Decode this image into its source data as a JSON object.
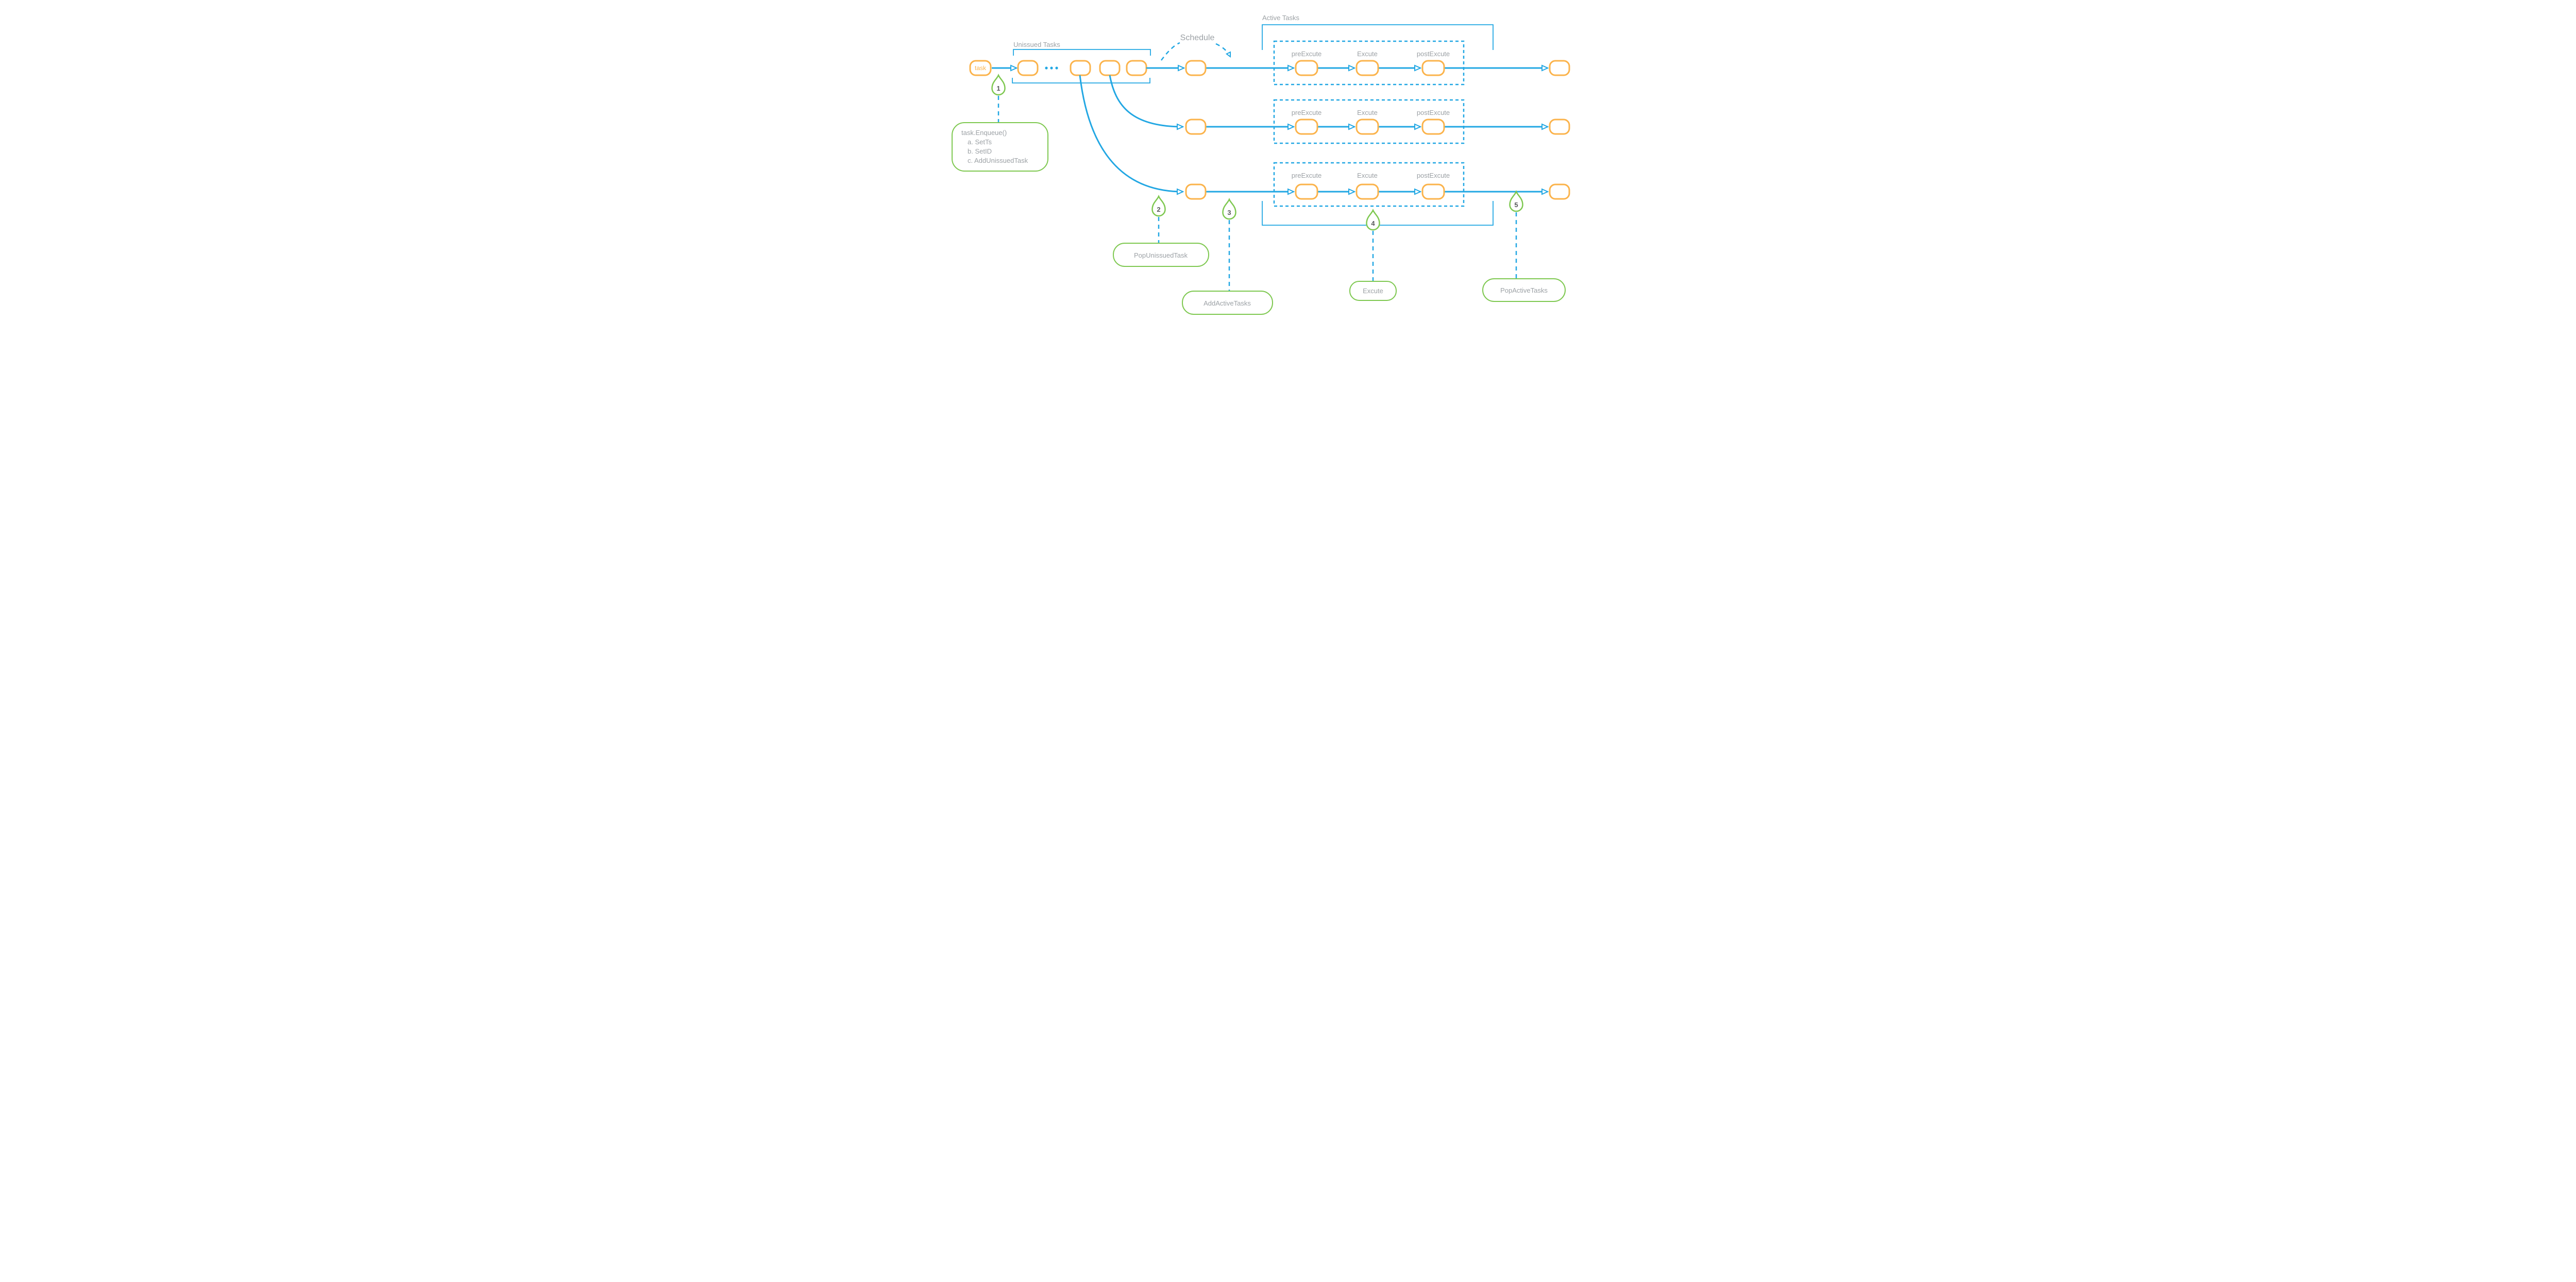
{
  "colors": {
    "accent_blue": "#22A7E3",
    "node_orange": "#FBB34B",
    "step_green": "#7EC850",
    "label_gray": "#9CA1A5",
    "number_gray": "#58595B"
  },
  "nodes": {
    "task_label": "task"
  },
  "groups": {
    "unissued_title": "Unissued Tasks",
    "schedule_label": "Schedule",
    "active_title": "Active Tasks"
  },
  "stage_labels": {
    "pre": "preExcute",
    "exec": "Excute",
    "post": "postExcute"
  },
  "steps": [
    {
      "num": "1",
      "lines": [
        "task.Enqueue()",
        "a. SetTs",
        "b. SetID",
        "c. AddUnissuedTask"
      ]
    },
    {
      "num": "2",
      "label": "PopUnissuedTask"
    },
    {
      "num": "3",
      "label": "AddActiveTasks"
    },
    {
      "num": "4",
      "label": "Excute"
    },
    {
      "num": "5",
      "label": "PopActiveTasks"
    }
  ]
}
